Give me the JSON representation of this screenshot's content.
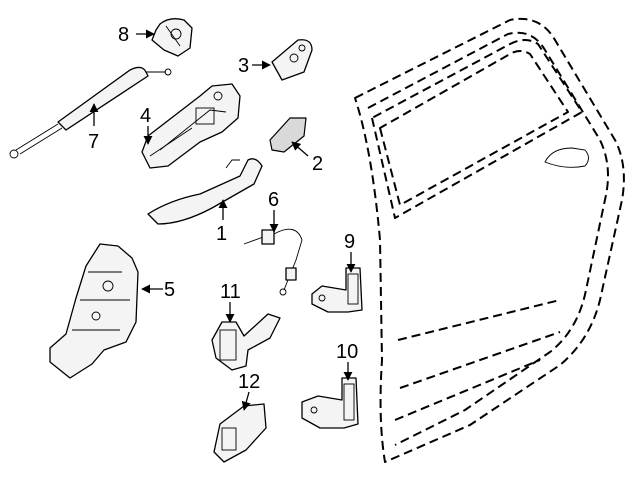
{
  "diagram": {
    "callouts": [
      {
        "id": "callout-1",
        "text": "1"
      },
      {
        "id": "callout-2",
        "text": "2"
      },
      {
        "id": "callout-3",
        "text": "3"
      },
      {
        "id": "callout-4",
        "text": "4"
      },
      {
        "id": "callout-5",
        "text": "5"
      },
      {
        "id": "callout-6",
        "text": "6"
      },
      {
        "id": "callout-7",
        "text": "7"
      },
      {
        "id": "callout-8",
        "text": "8"
      },
      {
        "id": "callout-9",
        "text": "9"
      },
      {
        "id": "callout-10",
        "text": "10"
      },
      {
        "id": "callout-11",
        "text": "11"
      },
      {
        "id": "callout-12",
        "text": "12"
      }
    ],
    "colors": {
      "line": "#000000",
      "background": "#ffffff",
      "part_fill": "#f4f4f4"
    }
  }
}
